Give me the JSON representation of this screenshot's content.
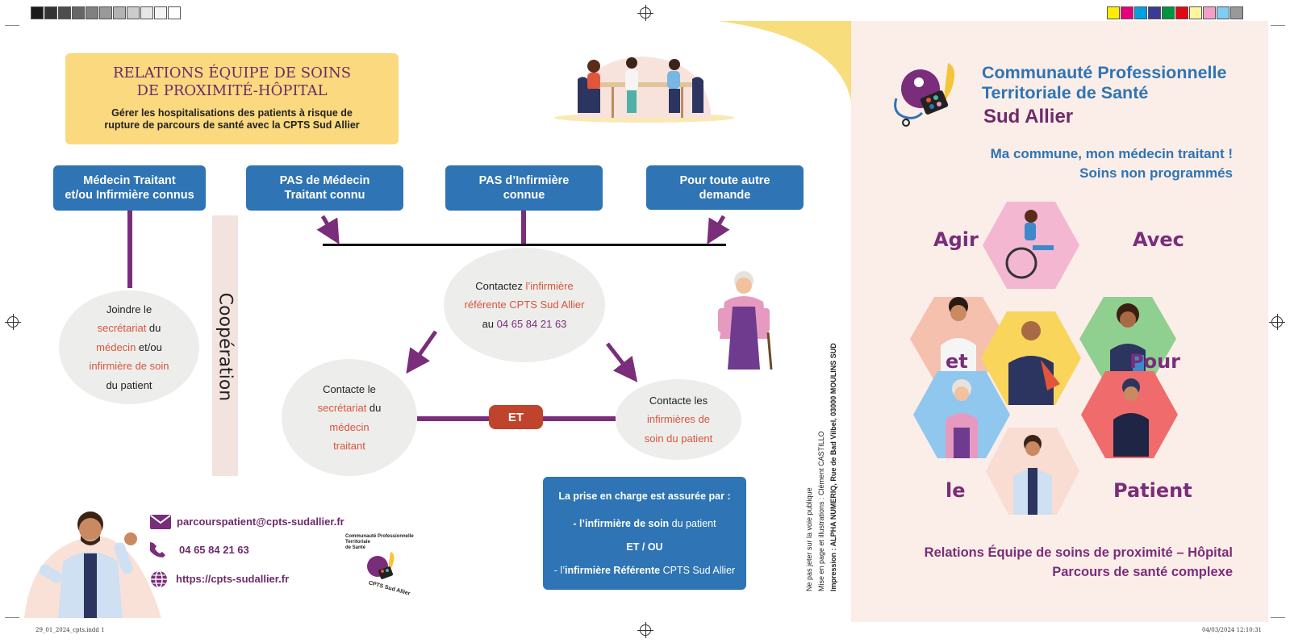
{
  "title_box": {
    "title_line1": "RELATIONS ÉQUIPE DE SOINS",
    "title_line2": "DE PROXIMITÉ-HÔPITAL",
    "subtitle_line1": "Gérer les hospitalisations des patients à risque de",
    "subtitle_line2": "rupture de parcours de santé avec la CPTS Sud Allier"
  },
  "boxes": {
    "b1_line1": "Médecin Traitant",
    "b1_line2": "et/ou Infirmière connus",
    "b2_line1": "PAS de Médecin",
    "b2_line2": "Traitant connu",
    "b3_line1": "PAS d’Infirmière",
    "b3_line2": "connue",
    "b4_line1": "Pour toute autre",
    "b4_line2": "demande"
  },
  "cooperation": "Coopération",
  "ellipse_left": {
    "t1": "Joindre le",
    "t2": "secrétariat",
    "t3": " du",
    "t4": "médecin",
    "t5": " et/ou",
    "t6": "infirmière de soin",
    "t7": "du patient"
  },
  "ellipse_top": {
    "t1": "Contactez ",
    "t2": "l’infirmière",
    "t3": "référente CPTS Sud Allier",
    "t4": "au ",
    "t5": "04 65 84 21 63"
  },
  "ellipse_bl": {
    "t1": "Contacte le",
    "t2": "secrétariat",
    "t3": " du",
    "t4": "médecin",
    "t5": "traitant"
  },
  "ellipse_br": {
    "t1": "Contacte les",
    "t2": "infirmières de",
    "t3": "soin du patient"
  },
  "et_label": "ET",
  "care": {
    "l1": "La prise en charge est assurée par :",
    "l2a": "- l’",
    "l2b": "infirmière de soin",
    "l2c": " du patient",
    "l3": "ET / OU",
    "l4a": "- l’",
    "l4b": "infirmière Référente",
    "l4c": " CPTS Sud Allier"
  },
  "contact": {
    "email": "parcourspatient@cpts-sudallier.fr",
    "phone": "04 65 84 21 63",
    "website": "https://cpts-sudallier.fr"
  },
  "small_logo": {
    "l1": "Communauté Professionnelle",
    "l2": "Territoriale",
    "l3": "de Santé",
    "l4": "CPTS Sud Allier"
  },
  "credits": {
    "l1": "Ne pas jeter sur la voie publique",
    "l2": "Mise en page et illustrations : Clément CASTILLO",
    "l3": "Impression : ALPHA NUMERIQ, Rue de Bad Vilbel, 03000 MOULINS SUD"
  },
  "right": {
    "title_line1": "Communauté Professionnelle",
    "title_line2": "Territoriale de Santé",
    "title_line3": "Sud Allier",
    "slogan_line1": "Ma commune, mon médecin traitant !",
    "slogan_line2": "Soins non programmés",
    "words": {
      "agir": "Agir",
      "avec": "Avec",
      "et": "et",
      "pour": "Pour",
      "le": "le",
      "patient": "Patient"
    },
    "footer_line1": "Relations Équipe de soins de proximité – Hôpital",
    "footer_line2": "Parcours de santé complexe"
  },
  "slug": {
    "file": "29_01_2024_cpts.indd   1",
    "date": "04/03/2024   12:10:31"
  },
  "colors": {
    "blue": "#2f74b4",
    "purple": "#7a2d7a",
    "orange": "#d9553a",
    "yellow": "#fbd97e",
    "red": "#c0442c"
  }
}
